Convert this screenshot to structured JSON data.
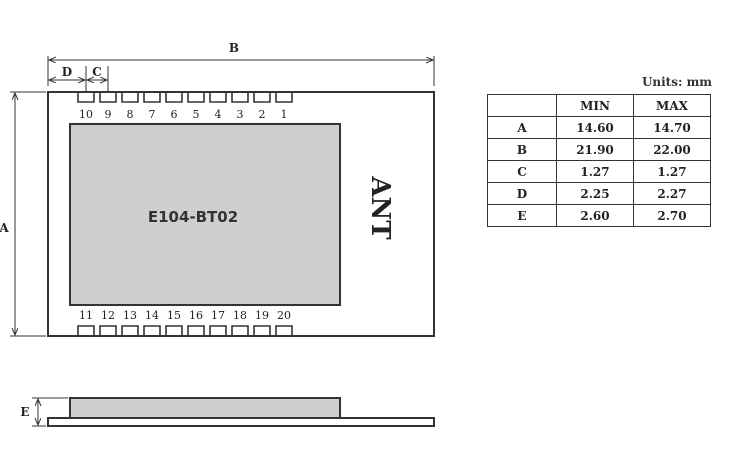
{
  "dimension_labels": {
    "A": "A",
    "B": "B",
    "C": "C",
    "D": "D",
    "E": "E"
  },
  "module_name": "E104-BT02",
  "antenna_label": "ANT",
  "top_pins": [
    "10",
    "9",
    "8",
    "7",
    "6",
    "5",
    "4",
    "3",
    "2",
    "1"
  ],
  "bottom_pins": [
    "11",
    "12",
    "13",
    "14",
    "15",
    "16",
    "17",
    "18",
    "19",
    "20"
  ],
  "units_label": "Units: mm",
  "table": {
    "headers": [
      "",
      "MIN",
      "MAX"
    ],
    "rows": [
      [
        "A",
        "14.60",
        "14.70"
      ],
      [
        "B",
        "21.90",
        "22.00"
      ],
      [
        "C",
        "1.27",
        "1.27"
      ],
      [
        "D",
        "2.25",
        "2.27"
      ],
      [
        "E",
        "2.60",
        "2.70"
      ]
    ]
  },
  "colors": {
    "line": "#333333",
    "chip_fill": "#cfcfcf",
    "board_fill": "#ffffff"
  }
}
